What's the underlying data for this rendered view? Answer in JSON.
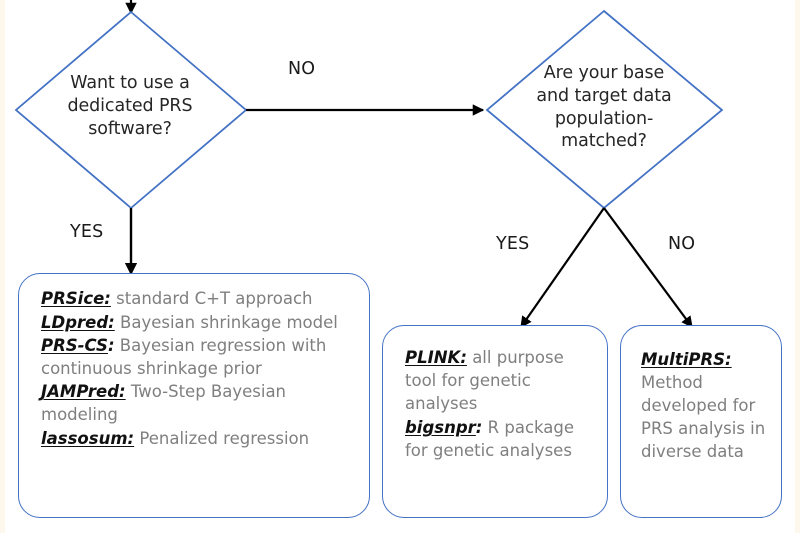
{
  "figure": {
    "kind": "decision-flowchart",
    "colors": {
      "diamond_stroke": "#4472c4",
      "box_stroke": "#4472c4",
      "connector": "#000000",
      "name_text": "#111111",
      "desc_text": "#7f7f7f",
      "background": "#ffffff",
      "page_edge": "#fdf7ec"
    }
  },
  "decisions": {
    "software": {
      "question": "Want to use a\ndedicated PRS\nsoftware?",
      "yes_label": "YES",
      "no_label": "NO"
    },
    "population": {
      "question": "Are your base\nand target data\npopulation-\nmatched?",
      "yes_label": "YES",
      "no_label": "NO"
    }
  },
  "boxes": {
    "dedicated": {
      "entries": [
        {
          "name": "PRSice",
          "sep": ":",
          "desc": " standard C+T approach"
        },
        {
          "name": "LDpred",
          "sep": ":",
          "desc": " Bayesian shrinkage model"
        },
        {
          "name": "PRS-CS",
          "sep": ":",
          "desc": " Bayesian regression with continuous shrinkage prior",
          "sep_underlined": false
        },
        {
          "name": "JAMPred",
          "sep": ":",
          "desc": " Two-Step Bayesian modeling"
        },
        {
          "name": "lassosum",
          "sep": ":",
          "desc": " Penalized regression"
        }
      ]
    },
    "matched": {
      "entries": [
        {
          "name": "PLINK",
          "sep": ":",
          "desc": " all purpose tool for genetic analyses"
        },
        {
          "name": "bigsnpr",
          "sep": ":",
          "desc": " R package for genetic analyses",
          "sep_underlined": false
        }
      ]
    },
    "diverse": {
      "entries": [
        {
          "name": "MultiPRS",
          "sep": ":",
          "desc": " Method developed for PRS analysis in diverse data"
        }
      ]
    }
  }
}
